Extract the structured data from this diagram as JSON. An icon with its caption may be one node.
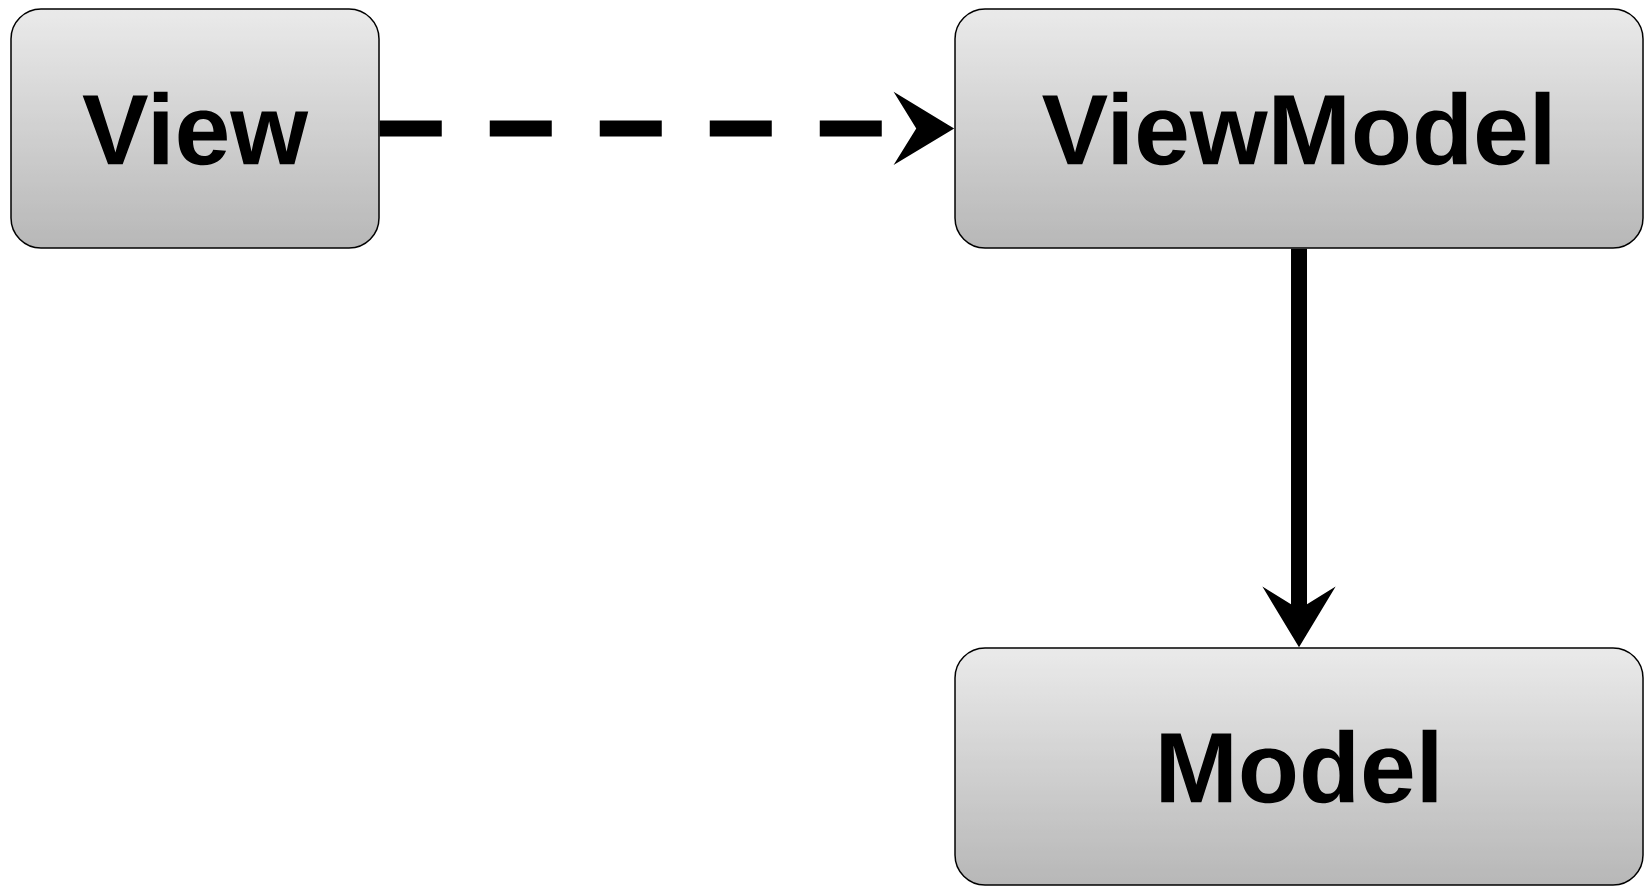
{
  "diagram": {
    "nodes": [
      {
        "text": [
          "View"
        ]
      },
      {
        "text": [
          "ViewModel"
        ]
      },
      {
        "text": [
          "Model"
        ]
      }
    ],
    "edges": [
      {
        "from": 0,
        "to": 1,
        "arrow": "to",
        "style": "dashed"
      },
      {
        "from": 1,
        "to": 2,
        "arrow": "to"
      }
    ]
  }
}
